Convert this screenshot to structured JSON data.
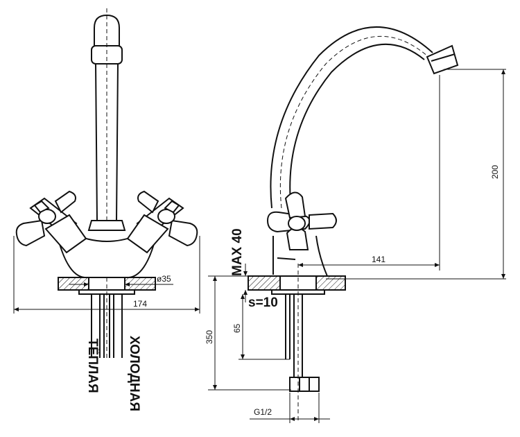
{
  "front_view": {
    "dim_diameter": "ø35",
    "dim_width": "174",
    "label_warm": "ТЁПЛАЯ",
    "label_cold": "ХОЛОДНАЯ"
  },
  "side_view": {
    "dim_height": "200",
    "dim_reach": "141",
    "label_max": "MAX 40",
    "label_thickness": "s=10",
    "dim_total": "350",
    "dim_hose": "65",
    "dim_thread": "G1/2"
  }
}
